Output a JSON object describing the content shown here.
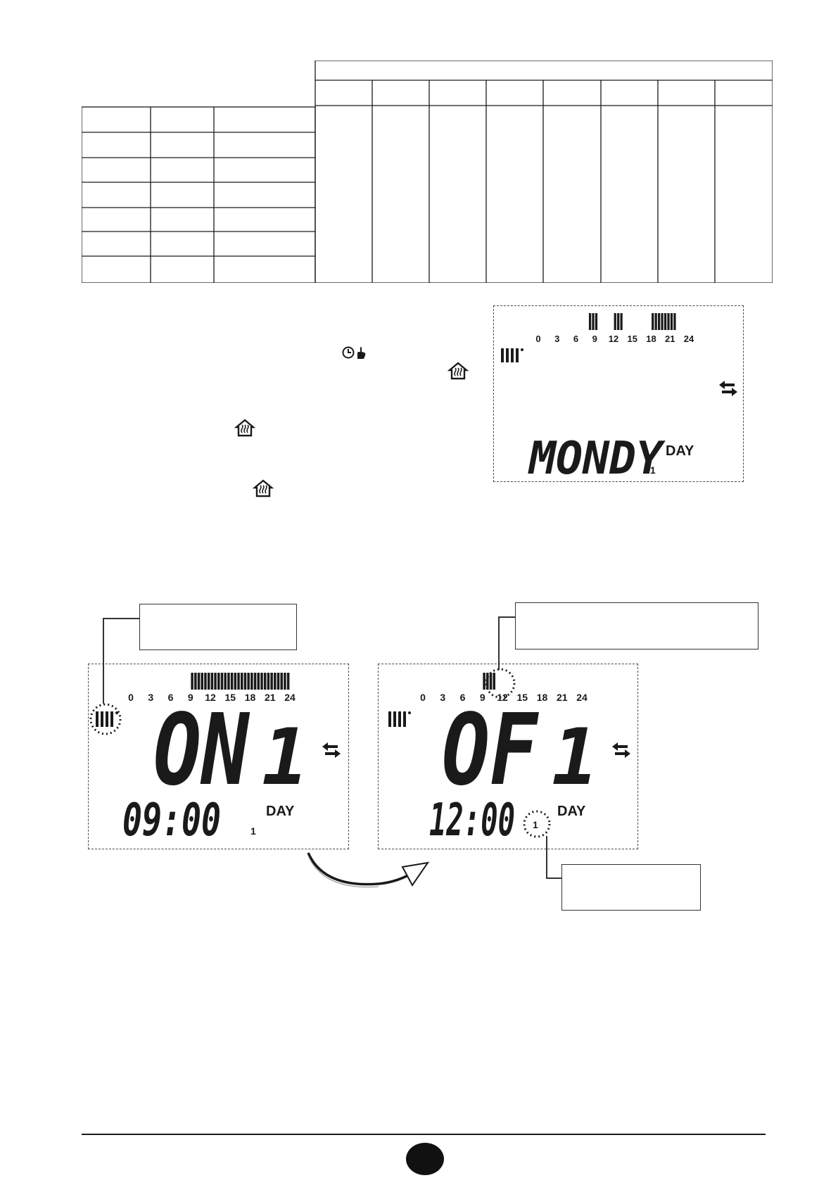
{
  "hour_scale": [
    "0",
    "3",
    "6",
    "9",
    "12",
    "15",
    "18",
    "21",
    "24"
  ],
  "monday_panel": {
    "day_name": "MONDY",
    "day_number": "1",
    "day_word": "DAY",
    "heating_bars_hours": [
      [
        8,
        9.5
      ],
      [
        12,
        13.5
      ],
      [
        18,
        22
      ]
    ]
  },
  "on_panel": {
    "state": "ON",
    "program_number": "1",
    "time": "09:00",
    "day_number": "1",
    "day_word": "DAY",
    "heating_bars_hours": [
      [
        9,
        24
      ]
    ]
  },
  "off_panel": {
    "state": "OF",
    "program_number": "1",
    "time": "12:00",
    "day_number": "1",
    "day_word": "DAY",
    "heating_bars_hours": [
      [
        9,
        11
      ]
    ]
  },
  "icons": {
    "clock_hand": "clock-hand-icon",
    "home_heat": "home-heating-icon",
    "radiator": "radiator-icon",
    "exchange": "exchange-arrows-icon"
  },
  "page_number": ""
}
